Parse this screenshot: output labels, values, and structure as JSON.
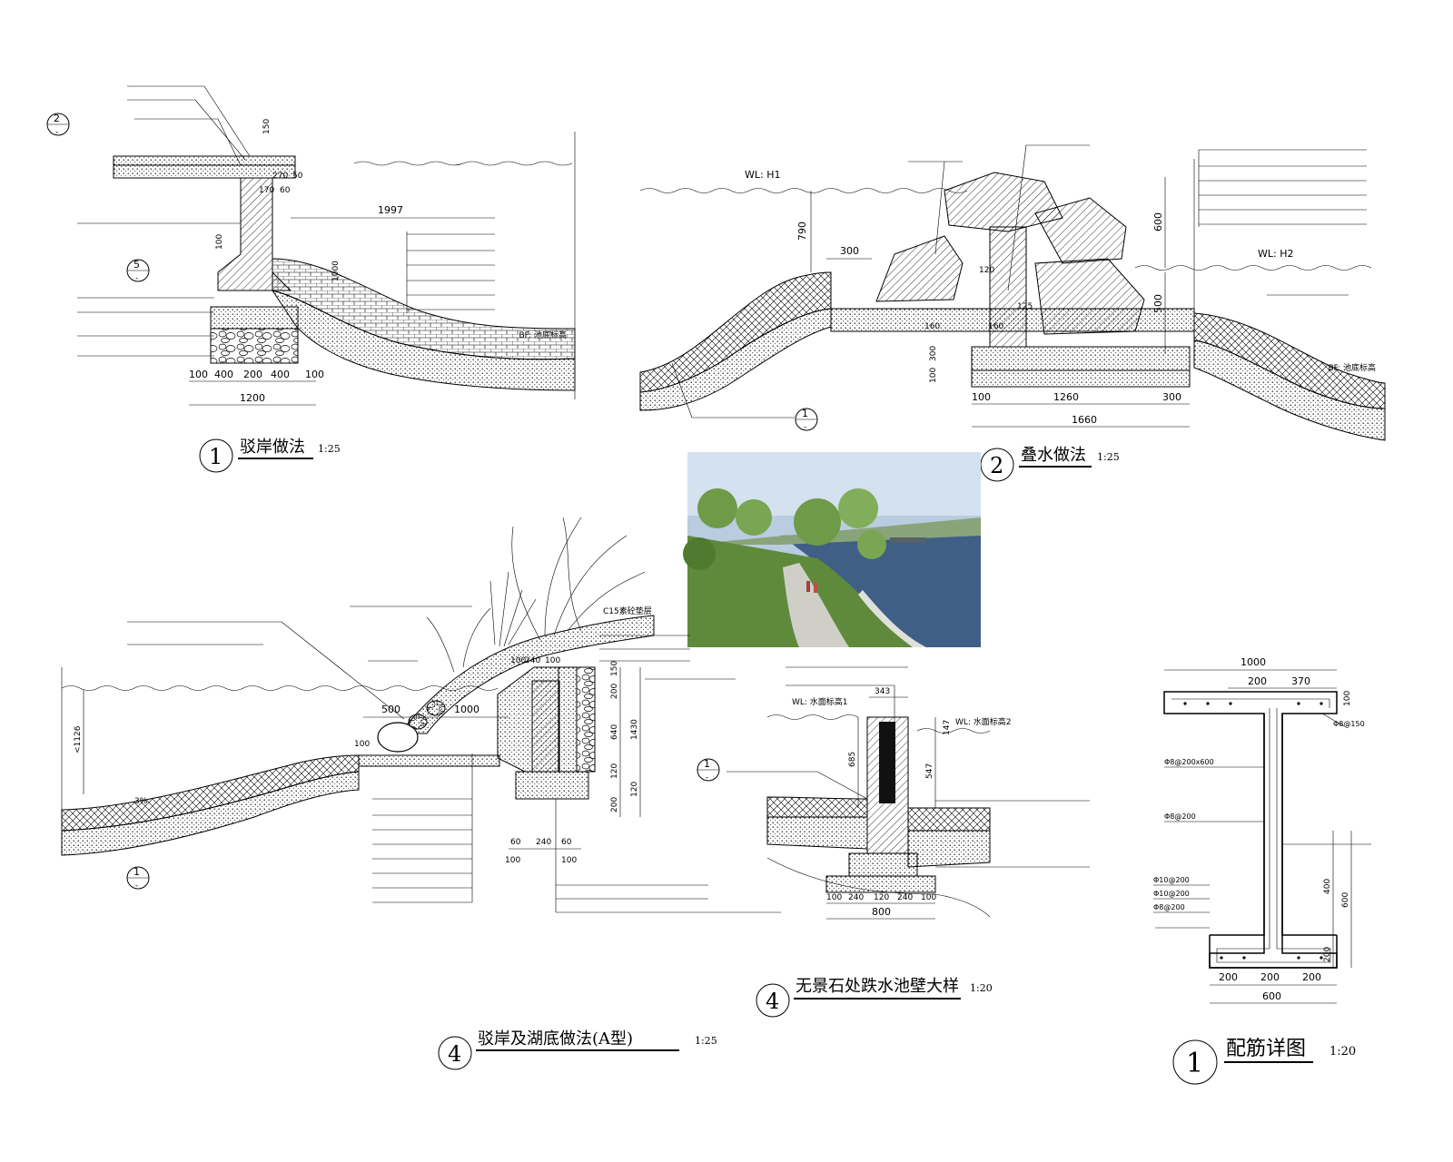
{
  "sheet": {
    "details": [
      {
        "id": "d1",
        "number": "1",
        "title": "驳岸做法",
        "scale": "1:25",
        "dims": {
          "d1997": "1997",
          "d100a": "100",
          "d400a": "400",
          "d200": "200",
          "d400b": "400",
          "d100b": "100",
          "d1200": "1200",
          "d150": "150",
          "d270": "270",
          "d50": "50",
          "d170": "170",
          "d60": "60",
          "d1000": "1000",
          "d100": "100"
        },
        "tags": {
          "bf": "BF: 池底标高"
        },
        "callout_ref": {
          "top_no": "2",
          "top_sheet": "-",
          "mid_no": "5",
          "mid_sheet": "-"
        }
      },
      {
        "id": "d2",
        "number": "2",
        "title": "叠水做法",
        "scale": "1:25",
        "dims": {
          "d790": "790",
          "d300a": "300",
          "d600": "600",
          "d500": "500",
          "d100": "100",
          "d1260": "1260",
          "d300b": "300",
          "d1660": "1660",
          "d160a": "160",
          "d160b": "160",
          "d120": "120",
          "d125": "125",
          "d300c": "300",
          "d100c": "100"
        },
        "tags": {
          "wl1": "WL: H1",
          "wl2": "WL: H2",
          "bf": "BF: 池底标高"
        },
        "callout_ref": {
          "no": "1",
          "sheet": "-"
        }
      },
      {
        "id": "d4a",
        "number": "4",
        "title": "驳岸及湖底做法(A型)",
        "scale": "1:25",
        "dims": {
          "d500": "500",
          "d1000": "1000",
          "d100": "100",
          "d100b": "100",
          "d240": "240",
          "d100c": "100",
          "d200": "200",
          "d150": "150",
          "d640": "640",
          "d1430": "1430",
          "d120a": "120",
          "d120b": "120",
          "d200b": "200",
          "d1126": "<1126",
          "d60a": "60",
          "d240b": "240",
          "d60b": "60",
          "d100d": "100",
          "d100e": "100",
          "slope": "3%"
        },
        "tags": {
          "c15": "C15素砼垫层"
        },
        "callout_ref": {
          "no": "1",
          "sheet": "-"
        }
      },
      {
        "id": "d4b",
        "number": "4",
        "title": "无景石处跌水池壁大样",
        "scale": "1:20",
        "dims": {
          "d343": "343",
          "d685": "685",
          "d147": "147",
          "d547": "547",
          "d100a": "100",
          "d240a": "240",
          "d120": "120",
          "d240b": "240",
          "d100b": "100",
          "d800": "800"
        },
        "tags": {
          "wl1": "WL: 水面标高1",
          "wl2": "WL: 水面标高2"
        },
        "callout_ref": {
          "no": "1",
          "sheet": "-"
        }
      },
      {
        "id": "d1r",
        "number": "1",
        "title": "配筋详图",
        "scale": "1:20",
        "dims": {
          "d1000": "1000",
          "d200": "200",
          "d370": "370",
          "d100": "100",
          "d400": "400",
          "d600": "600",
          "d200v": "200",
          "d200a": "200",
          "d200b": "200",
          "d200c": "200",
          "d600b": "600"
        },
        "rebar": {
          "r1": "Φ8@150",
          "r2": "Φ8@200x600",
          "r3": "Φ8@200",
          "r4": "Φ10@200",
          "r5": "Φ10@200",
          "r6": "Φ8@200"
        }
      }
    ],
    "photo": {
      "label": "photo"
    }
  },
  "colors": {
    "ink": "#000000",
    "paper": "#ffffff",
    "sky": "#b9cce0",
    "water": "#3f5f86",
    "grass": "#5f8a3c",
    "tree": "#6f9a48",
    "path": "#cfcfc8"
  }
}
